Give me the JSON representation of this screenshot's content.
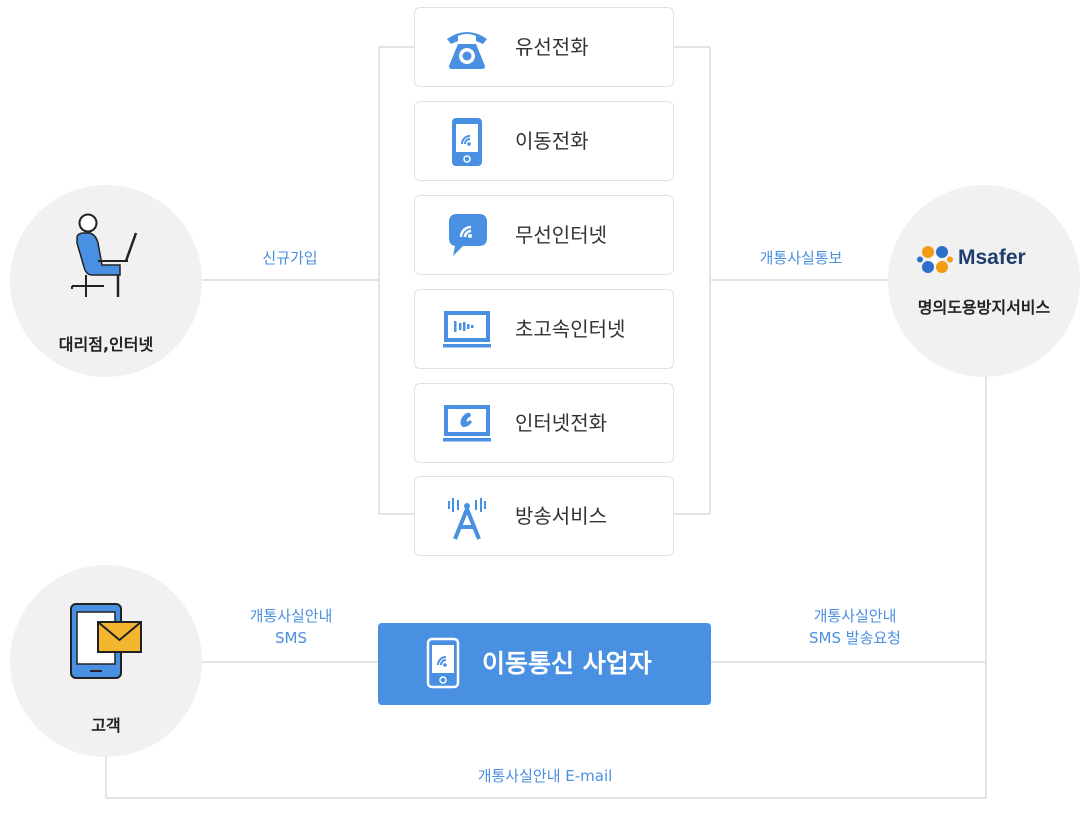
{
  "nodes": {
    "agency": "대리점,인터넷",
    "msafer": "명의도용방지서비스",
    "customer": "고객"
  },
  "logo": {
    "text": "Msafer"
  },
  "services": [
    {
      "label": "유선전화",
      "icon": "telephone-icon"
    },
    {
      "label": "이동전화",
      "icon": "mobile-phone-icon"
    },
    {
      "label": "무선인터넷",
      "icon": "wireless-chat-icon"
    },
    {
      "label": "초고속인터넷",
      "icon": "broadband-monitor-icon"
    },
    {
      "label": "인터넷전화",
      "icon": "internet-phone-icon"
    },
    {
      "label": "방송서비스",
      "icon": "broadcast-tower-icon"
    }
  ],
  "edges": {
    "signup": "신규가입",
    "notify": "개통사실통보",
    "sms_line1": "개통사실안내",
    "sms_line2": "SMS",
    "sms_request_line1": "개통사실안내",
    "sms_request_line2": "SMS 발송요청",
    "email": "개통사실안내 E-mail"
  },
  "carrier": {
    "label": "이동통신 사업자"
  },
  "colors": {
    "accent": "#4a90e2",
    "text_blue": "#4a8fe0",
    "line": "#dcdcdc"
  }
}
